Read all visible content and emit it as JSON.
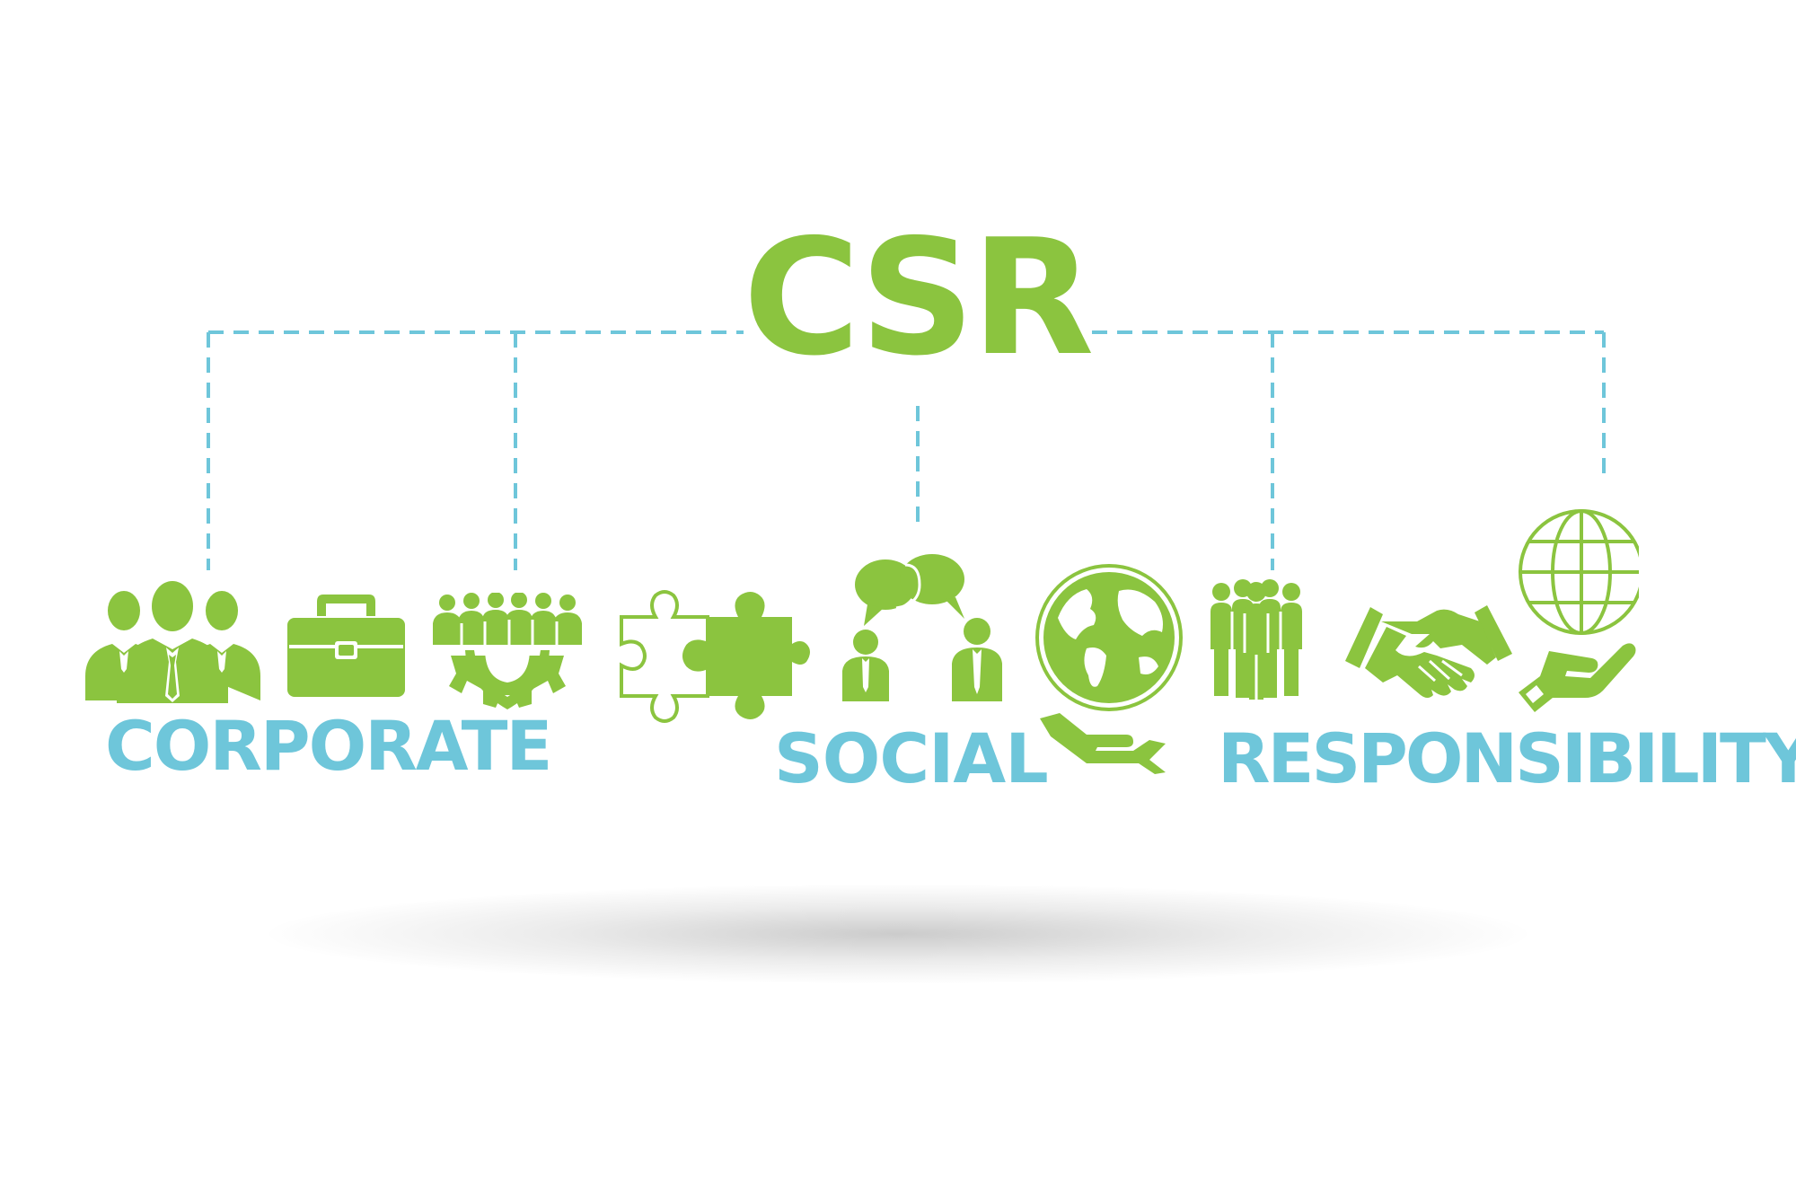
{
  "title": "CSR",
  "words": {
    "corporate": "CORPORATE",
    "social": "SOCIAL",
    "responsibility": "RESPONSIBILITY"
  },
  "colors": {
    "green": "#8bc43f",
    "blue": "#6ec6da",
    "background": "#ffffff"
  },
  "icons": [
    "business-team-icon",
    "briefcase-icon",
    "team-gear-icon",
    "puzzle-pieces-icon",
    "people-conversation-icon",
    "globe-in-hand-icon",
    "group-of-people-icon",
    "handshake-icon",
    "globe-on-hand-icon"
  ]
}
